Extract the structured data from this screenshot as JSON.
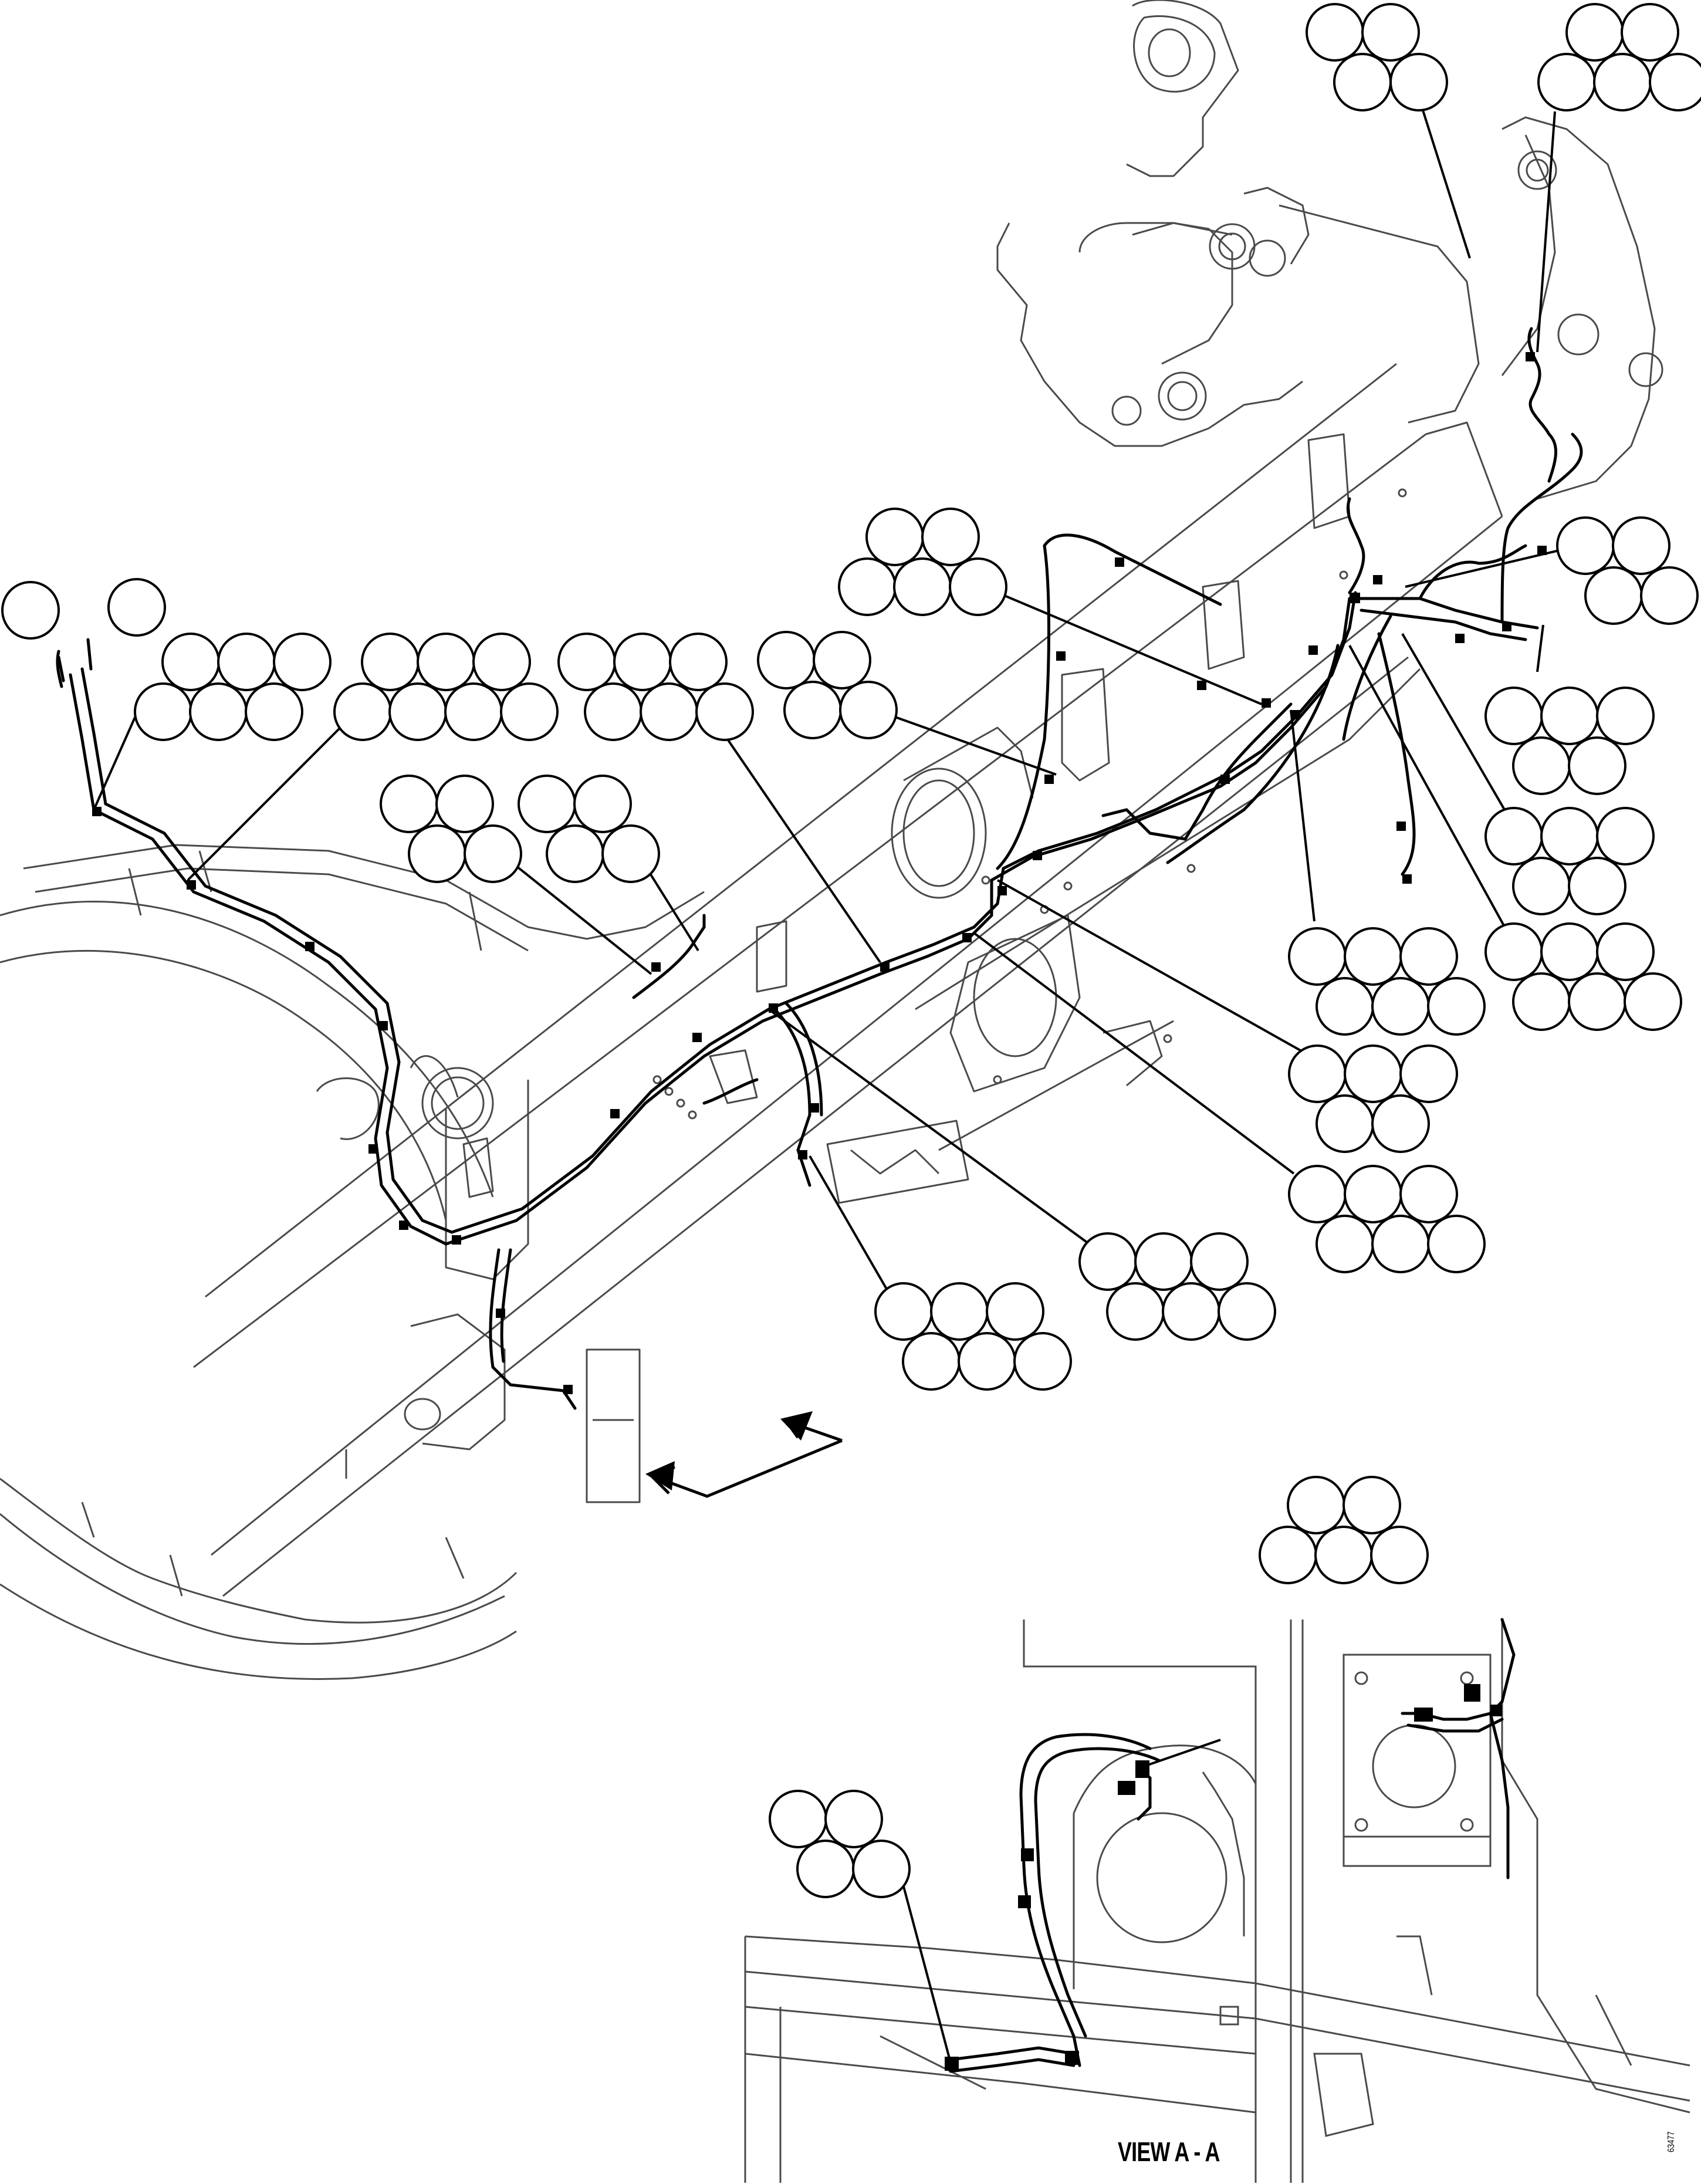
{
  "view_label": "VIEW A - A",
  "drawing_number": "63477",
  "colors": {
    "line": "#000000",
    "background": "#ffffff"
  },
  "callout_groups": [
    {
      "id": "g01",
      "rows": [
        2,
        2
      ]
    },
    {
      "id": "g02",
      "rows": [
        2,
        3
      ]
    },
    {
      "id": "g03",
      "rows": [
        1
      ]
    },
    {
      "id": "g04",
      "rows": [
        1
      ]
    },
    {
      "id": "g05",
      "rows": [
        3,
        3
      ]
    },
    {
      "id": "g06",
      "rows": [
        3,
        4
      ]
    },
    {
      "id": "g07",
      "rows": [
        3,
        3
      ]
    },
    {
      "id": "g08",
      "rows": [
        2,
        2
      ]
    },
    {
      "id": "g09",
      "rows": [
        2,
        3
      ]
    },
    {
      "id": "g10",
      "rows": [
        2,
        2
      ]
    },
    {
      "id": "g11",
      "rows": [
        2,
        2
      ]
    },
    {
      "id": "g12",
      "rows": [
        2,
        2
      ]
    },
    {
      "id": "g13",
      "rows": [
        3,
        2
      ]
    },
    {
      "id": "g14",
      "rows": [
        3,
        2
      ]
    },
    {
      "id": "g15",
      "rows": [
        3,
        3
      ]
    },
    {
      "id": "g16",
      "rows": [
        3,
        3
      ]
    },
    {
      "id": "g17",
      "rows": [
        3,
        2
      ]
    },
    {
      "id": "g18",
      "rows": [
        3,
        3
      ]
    },
    {
      "id": "g19",
      "rows": [
        3,
        3
      ]
    },
    {
      "id": "g20",
      "rows": [
        3,
        3
      ]
    },
    {
      "id": "g21",
      "rows": [
        2,
        3
      ]
    },
    {
      "id": "g22",
      "rows": [
        2,
        2
      ]
    }
  ]
}
